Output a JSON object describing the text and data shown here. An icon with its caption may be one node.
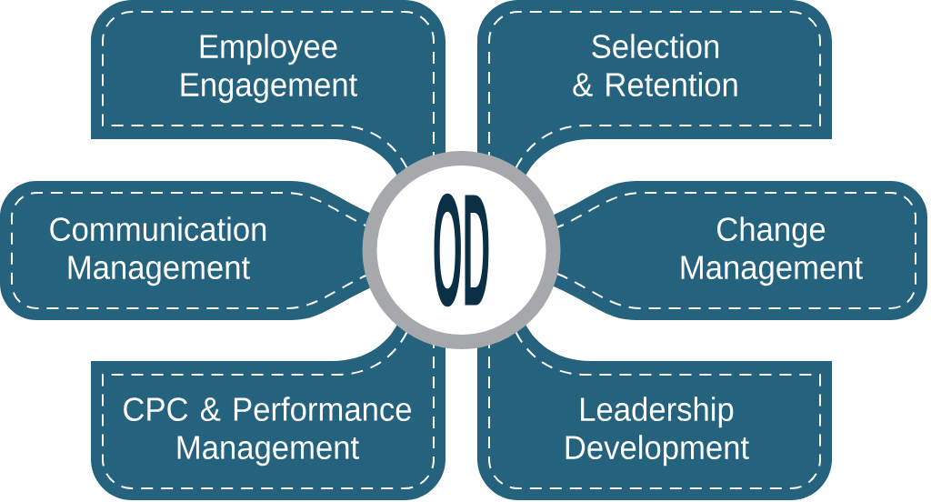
{
  "diagram": {
    "nodes": [
      {
        "text": [
          "Employee Engagement"
        ]
      },
      {
        "text": [
          "Selection & Retention"
        ]
      },
      {
        "text": [
          "Communication Management"
        ]
      },
      {
        "text": [
          "OD"
        ]
      },
      {
        "text": [
          "Change Management"
        ]
      },
      {
        "text": [
          "CPC & Performance Management"
        ]
      },
      {
        "text": [
          "Leadership Development"
        ]
      }
    ]
  }
}
